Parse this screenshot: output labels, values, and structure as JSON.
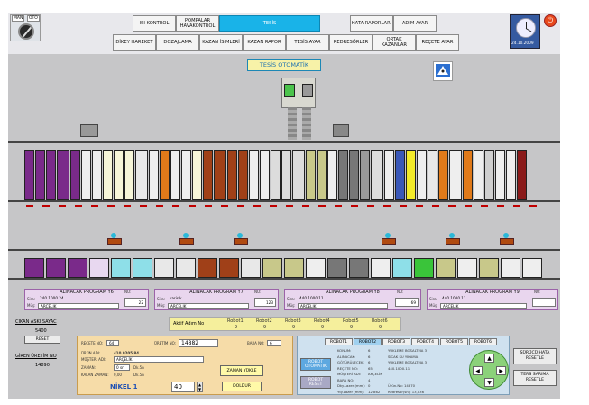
{
  "mode": {
    "man": "MAN",
    "oto": "OTO"
  },
  "nav_row1": [
    "ISI KONTROL",
    "POMPALAR HAVAKONTROL",
    "TESİS",
    "HATA RAPORLARI",
    "ADIM AYAR"
  ],
  "nav_row2": [
    "DİKEY HAREKET",
    "DOZAJLAMA",
    "KAZAN İSİMLERİ",
    "KAZAN RAPOR",
    "TESİS AYAR",
    "REDRESÖRLER",
    "ORTAK KAZANLAR",
    "REÇETE AYAR"
  ],
  "clock": {
    "date": "24.10.2009"
  },
  "screen_title": "TESİS OTOMATİK",
  "programs": [
    {
      "title": "ALINACAK PROGRAM Y6",
      "no_label": "NO:",
      "sira": "Sira:",
      "sira_val": "240.1000.24",
      "mus": "Müş:",
      "mus_val": "ARCELIK",
      "no": "22"
    },
    {
      "title": "ALINACAK PROGRAM Y7",
      "no_label": "NO:",
      "sira": "Sira:",
      "sira_val": "karisik",
      "mus": "Müş:",
      "mus_val": "ARCELIK",
      "no": "123"
    },
    {
      "title": "ALINACAK PROGRAM Y8",
      "no_label": "NO:",
      "sira": "Sira:",
      "sira_val": "440.1000.11",
      "mus": "Müş:",
      "mus_val": "ARCELIK",
      "no": "69"
    },
    {
      "title": "ALINACAK PROGRAM Y9",
      "no_label": "NO:",
      "sira": "Sira:",
      "sira_val": "440.1000.11",
      "mus": "Müş:",
      "mus_val": "ARCELIK",
      "no": ""
    }
  ],
  "counter": {
    "label": "CIKAN ASKI SAYAC",
    "value": "5400",
    "reset": "RESET",
    "label2": "GİREN ÜRETİM NO",
    "value2": "14890"
  },
  "active_step": {
    "label": "Aktif Adım No",
    "robots": [
      "Robot1",
      "Robot2",
      "Robot3",
      "Robot4",
      "Robot5",
      "Robot6"
    ],
    "steps": [
      "9",
      "9",
      "9",
      "9",
      "9",
      "9"
    ]
  },
  "order": {
    "recete_lbl": "REÇETE NO:",
    "recete": "64",
    "uretim_lbl": "ÜRETİM NO:",
    "uretim": "14882",
    "bara_lbl": "BARA NO:",
    "bara": "6",
    "urun_lbl": "ÜRÜN ADI:",
    "urun": "410.9205.84",
    "musteri_lbl": "MÜŞTERİ ADI:",
    "musteri": "ARÇELİK",
    "zaman_lbl": "ZAMAN:",
    "zaman_val": "0 sn",
    "zaman_u": "Dk.5n",
    "kalan_lbl": "KALAN ZAMAN:",
    "kalan": "0,00",
    "kalan_u": "Dk.5n",
    "nikel": "NİKEL 1",
    "nikel_val": "40",
    "zaman_yukle": "ZAMAN YÜKLE",
    "doldur": "DOLDUR"
  },
  "robot_panel": {
    "tabs": [
      "ROBOT1",
      "ROBOT2",
      "ROBOT3",
      "ROBOT4",
      "ROBOT5",
      "ROBOT6"
    ],
    "btn_oto": "ROBOT OTOMATİK",
    "btn_reset": "ROBOT RESET",
    "rows": [
      [
        "KONUM:",
        "6",
        "YUKLEME BOSALTMA 3"
      ],
      [
        "ALINACAK:",
        "6",
        "SICAK SU YIKAMA"
      ],
      [
        "GÖTÜRÜLECEK:",
        "6",
        "YUKLEME BOSALTMA 3"
      ],
      [
        "REÇETE NO:",
        "65",
        "440.1000.11"
      ],
      [
        "MÜŞTERİ ADI:",
        "ARÇELİK",
        ""
      ],
      [
        "BARA NO:",
        "4",
        ""
      ],
      [
        "Dky.Lazer (mm):",
        "0",
        "Ürün.No: 14870"
      ],
      [
        "Yty.Lazer (mm):",
        "12.862",
        "Redresör(sn): 13,036"
      ]
    ]
  },
  "right_btns": [
    "SÜRÜCÜ HATA RESETLE",
    "TERS SARIMA RESETLE"
  ],
  "colors": {
    "accent": "#19b3e8",
    "frame": "#c6c6c8",
    "prog": "#e9d6ee",
    "order": "#f6dca8",
    "robot": "#cfe1ef",
    "step": "#f5ef9c"
  }
}
